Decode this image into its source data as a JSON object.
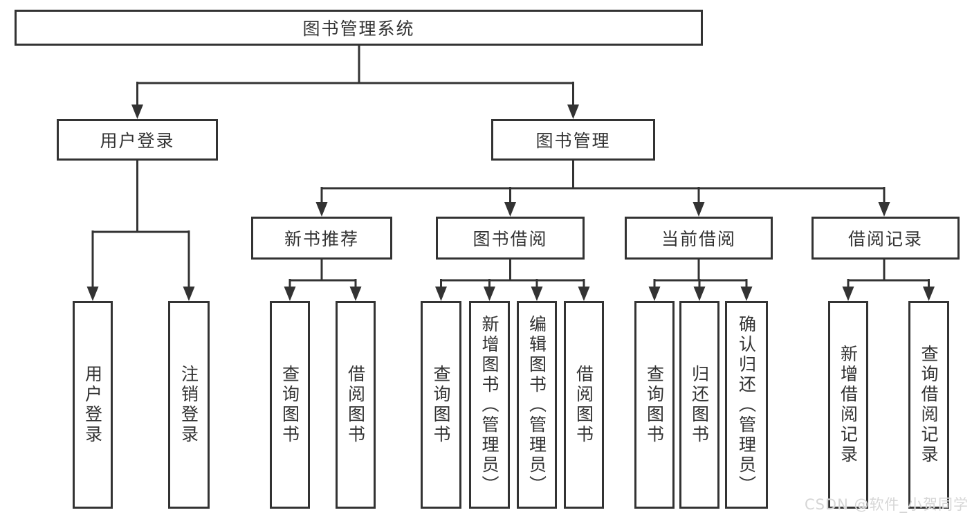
{
  "nodes": {
    "root": "图书管理系统",
    "user_login": "用户登录",
    "book_mgmt": "图书管理",
    "new_book_rec": "新书推荐",
    "book_borrow": "图书借阅",
    "current_borrow": "当前借阅",
    "borrow_record": "借阅记录",
    "ul_login": "用户登录",
    "ul_logout": "注销登录",
    "nb_query": "查询图书",
    "nb_borrow": "借阅图书",
    "bb_query": "查询图书",
    "bb_add": "新增图书（管理员）",
    "bb_edit": "编辑图书（管理员）",
    "bb_borrow": "借阅图书",
    "cb_query": "查询图书",
    "cb_return": "归还图书",
    "cb_confirm": "确认归还（管理员）",
    "br_add": "新增借阅记录",
    "br_query": "查询借阅记录"
  },
  "watermark": {
    "text": "CSDN @软件_小贺同学"
  },
  "colors": {
    "line": "#333333",
    "text": "#333333",
    "background": "#ffffff",
    "watermark": "#d6d6d6"
  }
}
